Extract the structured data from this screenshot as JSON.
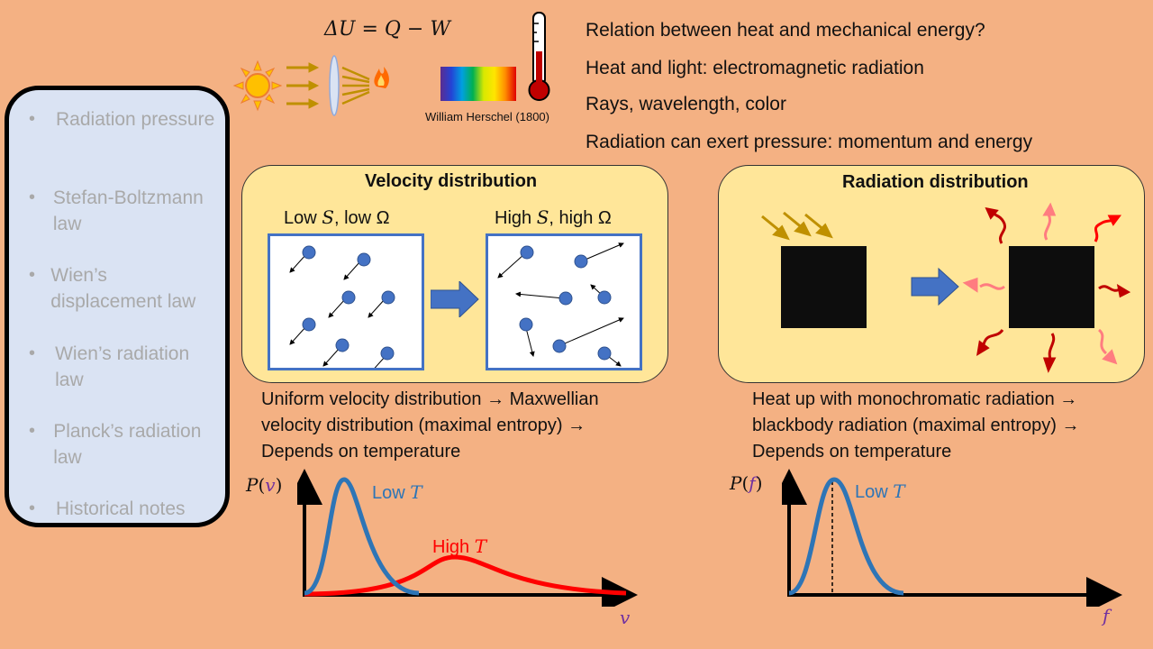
{
  "equation": {
    "lhs": "ΔU",
    "eq": "=",
    "q": "Q",
    "minus": "−",
    "w": "W"
  },
  "herschel_caption": "William Herschel (1800)",
  "top_lines": [
    "Relation between heat and mechanical energy?",
    "Heat and light: electromagnetic radiation",
    "Rays, wavelength, color",
    "Radiation can exert pressure: momentum and energy"
  ],
  "sidebar": {
    "items": [
      {
        "bullet": "•",
        "label": "Radiation pressure"
      },
      {
        "bullet": "•",
        "label": "Stefan-Boltzmann law"
      },
      {
        "bullet": "•",
        "label": "Wien’s displacement law"
      },
      {
        "bullet": "•",
        "label": "Wien’s radiation law"
      },
      {
        "bullet": "•",
        "label": "Planck’s radiation law"
      },
      {
        "bullet": "•",
        "label": "Historical notes"
      }
    ]
  },
  "velocity_panel": {
    "title": "Velocity distribution",
    "left_label": {
      "a": "Low ",
      "s": "S",
      "b": ", low ",
      "omega": "Ω"
    },
    "right_label": {
      "a": "High ",
      "s": "S",
      "b": ", high ",
      "omega": "Ω"
    },
    "description": [
      "Uniform velocity distribution → Maxwellian",
      "velocity distribution (maximal entropy) →",
      "Depends on temperature"
    ]
  },
  "radiation_panel": {
    "title": "Radiation distribution",
    "description": [
      "Heat up with monochromatic radiation →",
      "blackbody radiation (maximal entropy) →",
      "Depends on temperature"
    ]
  },
  "velocity_plot": {
    "y_label_p": "P",
    "y_label_open": "(",
    "y_label_var": "v",
    "y_label_close": ")",
    "x_label": "v",
    "low_word": "Low ",
    "low_var": "T",
    "high_word": "High ",
    "high_var": "T"
  },
  "frequency_plot": {
    "y_label_p": "P",
    "y_label_open": "(",
    "y_label_var": "f",
    "y_label_close": ")",
    "x_label": "f",
    "low_word": "Low ",
    "low_var": "T"
  },
  "colors": {
    "background": "#f4b183",
    "panel": "#ffe699",
    "sidebar": "#dae3f3",
    "accent_blue": "#4472c4",
    "curve_blue": "#2e75b6",
    "curve_red": "#ff0000",
    "variable_purple": "#7030a0"
  }
}
